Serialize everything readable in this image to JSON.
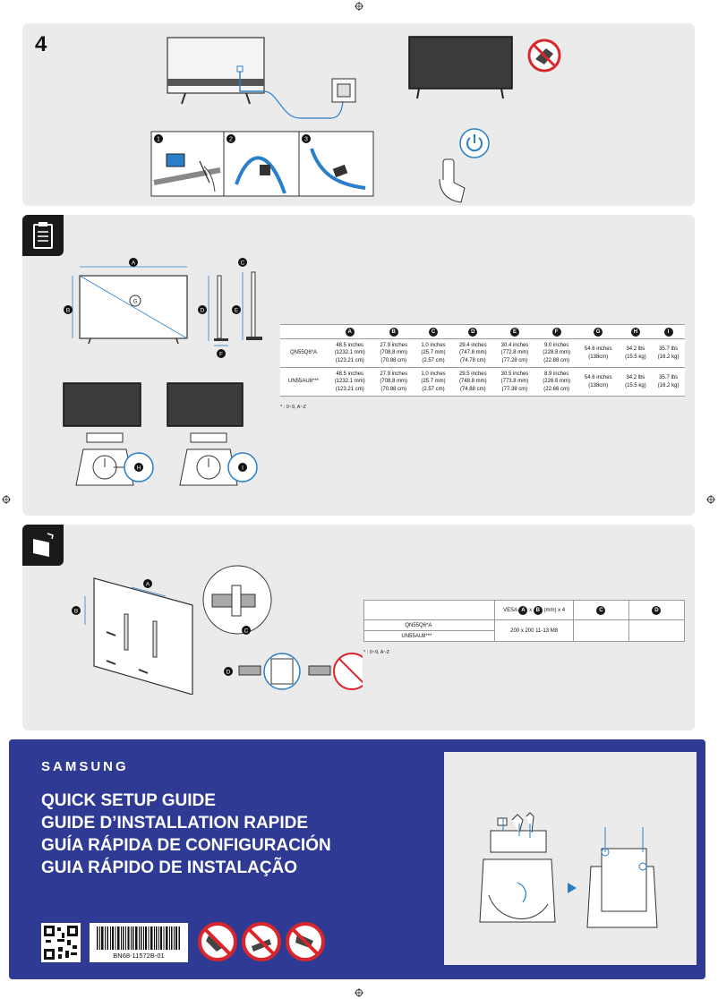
{
  "step": {
    "number": "4"
  },
  "specs": {
    "columns": [
      "A",
      "B",
      "C",
      "D",
      "E",
      "F",
      "G",
      "H",
      "I"
    ],
    "diagram_labels": {
      "a": "A",
      "b": "B",
      "c": "C",
      "d": "D",
      "e": "E",
      "f": "F",
      "g": "G",
      "h": "H",
      "i": "I"
    },
    "rows": [
      {
        "model": "QN55Q6*A",
        "cells": [
          [
            "48.5 inches",
            "(1232.1 mm)",
            "(123.21 cm)"
          ],
          [
            "27.9 inches",
            "(708.8 mm)",
            "(70.88 cm)"
          ],
          [
            "1.0 inches",
            "(25.7 mm)",
            "(2.57 cm)"
          ],
          [
            "29.4 inches",
            "(747.8 mm)",
            "(74.78 cm)"
          ],
          [
            "30.4 inches",
            "(772.8 mm)",
            "(77.28 cm)"
          ],
          [
            "9.0 inches",
            "(228.8 mm)",
            "(22.88 cm)"
          ],
          [
            "54.6 inches",
            "(138cm)",
            ""
          ],
          [
            "34.2 lbs",
            "(15.5 kg)",
            ""
          ],
          [
            "35.7 lbs",
            "(16.2 kg)",
            ""
          ]
        ]
      },
      {
        "model": "UN55AU8***",
        "cells": [
          [
            "48.5 inches",
            "(1232.1 mm)",
            "(123.21 cm)"
          ],
          [
            "27.9 inches",
            "(708.8 mm)",
            "(70.88 cm)"
          ],
          [
            "1.0 inches",
            "(25.7 mm)",
            "(2.57 cm)"
          ],
          [
            "29.5 inches",
            "(748.8 mm)",
            "(74.88 cm)"
          ],
          [
            "30.5 inches",
            "(773.8 mm)",
            "(77.38 cm)"
          ],
          [
            "8.9 inches",
            "(226.6 mm)",
            "(22.66 cm)"
          ],
          [
            "54.6 inches",
            "(138cm)",
            ""
          ],
          [
            "34.2 lbs",
            "(15.5 kg)",
            ""
          ],
          [
            "35.7 lbs",
            "(16.2 kg)",
            ""
          ]
        ]
      }
    ],
    "footnote": "* : 0~9, A~Z"
  },
  "wall_mount": {
    "header_prefix": "VESA",
    "header_a": "A",
    "header_x": "x",
    "header_b": "B",
    "header_unit": "(mm)",
    "header_qty": "x 4",
    "col_c": "C",
    "col_d": "D",
    "models": [
      "QN55Q6*A",
      "UN55AU8***"
    ],
    "vesa_value": "200 x 200 11-13 M8",
    "footnote": "* : 0~9, A~Z",
    "diagram_labels": {
      "a": "A",
      "b": "B",
      "c": "C",
      "d": "D"
    }
  },
  "cover": {
    "brand": "SAMSUNG",
    "titles": [
      "QUICK SETUP GUIDE",
      "GUIDE D’INSTALLATION RAPIDE",
      "GUÍA RÁPIDA DE CONFIGURACIÓN",
      "GUIA RÁPIDO DE INSTALAÇÃO"
    ],
    "part_number": "BN68-11572B-01"
  },
  "colors": {
    "cover_blue": "#2f3a94",
    "panel_gray": "#ebebeb",
    "prohibit_red": "#d9262b",
    "arrow_blue": "#2a7fc9"
  }
}
